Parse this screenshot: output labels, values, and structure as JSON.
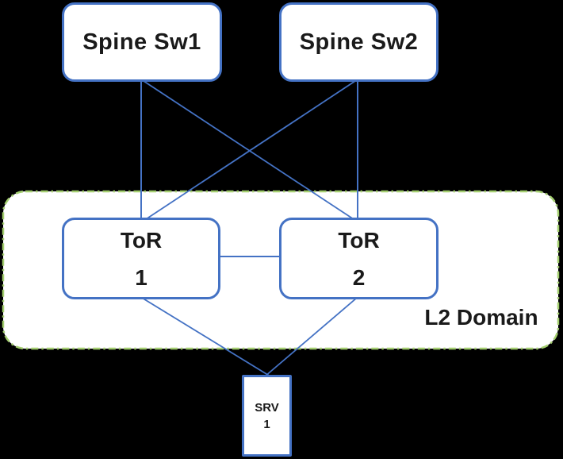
{
  "diagram": {
    "nodes": {
      "spine1": {
        "label": "Spine Sw1"
      },
      "spine2": {
        "label": "Spine Sw2"
      },
      "tor1": {
        "name": "ToR",
        "number": "1"
      },
      "tor2": {
        "name": "ToR",
        "number": "2"
      },
      "srv1": {
        "name": "SRV",
        "number": "1"
      }
    },
    "regions": {
      "l2_domain": {
        "label": "L2 Domain"
      }
    },
    "edges": [
      {
        "from": "Spine Sw1",
        "to": "ToR 1"
      },
      {
        "from": "Spine Sw1",
        "to": "ToR 2"
      },
      {
        "from": "Spine Sw2",
        "to": "ToR 1"
      },
      {
        "from": "Spine Sw2",
        "to": "ToR 2"
      },
      {
        "from": "ToR 1",
        "to": "ToR 2"
      },
      {
        "from": "ToR 1",
        "to": "SRV 1"
      },
      {
        "from": "ToR 2",
        "to": "SRV 1"
      }
    ],
    "colors": {
      "background": "#000000",
      "node_fill": "#FFFFFF",
      "node_border": "#4472C4",
      "link": "#4472C4",
      "l2_domain_border": "#A3CE6F",
      "text": "#1A1A1A"
    }
  }
}
